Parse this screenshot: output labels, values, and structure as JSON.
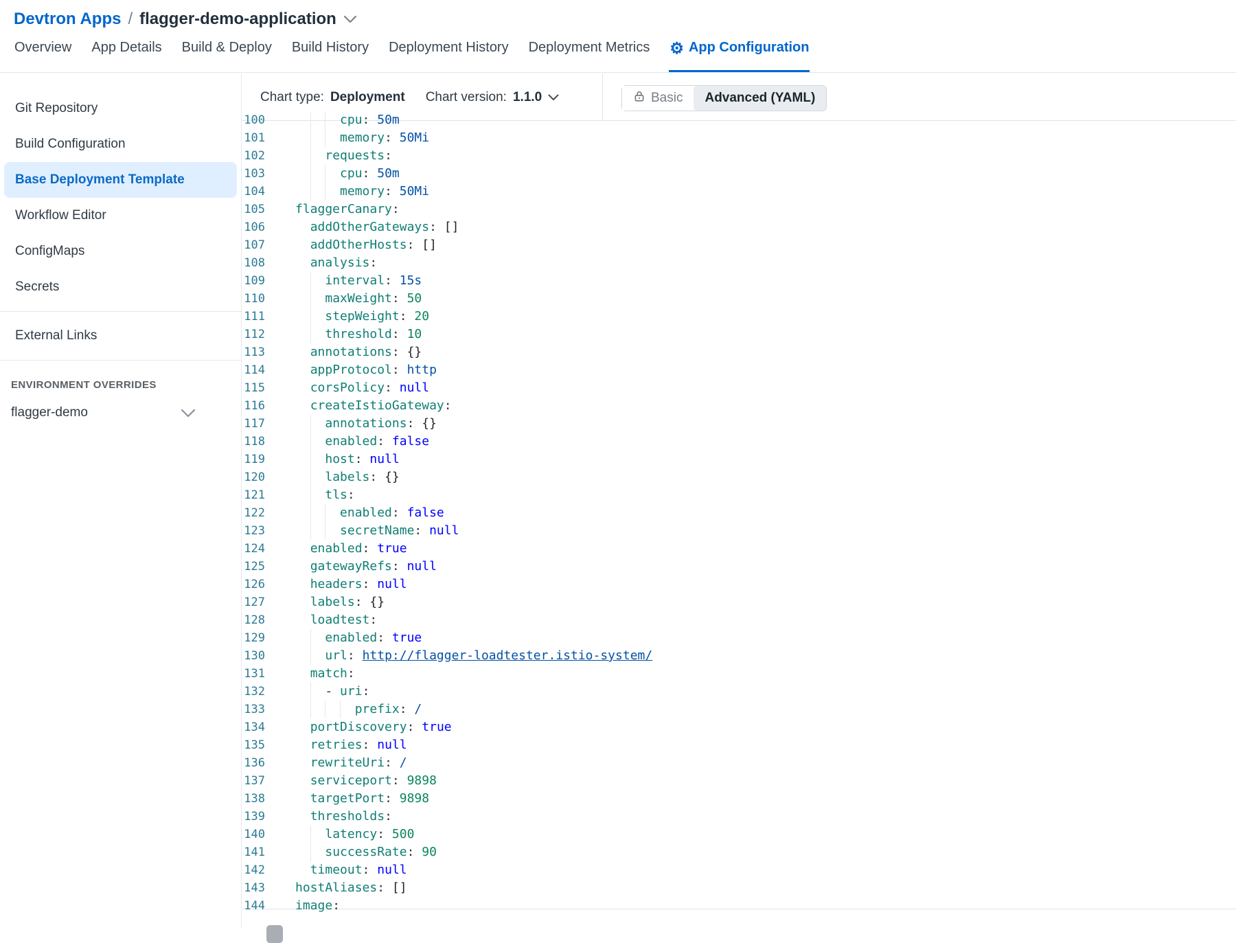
{
  "breadcrumb": {
    "root": "Devtron Apps",
    "separator": "/",
    "app": "flagger-demo-application"
  },
  "tabs": [
    {
      "label": "Overview"
    },
    {
      "label": "App Details"
    },
    {
      "label": "Build & Deploy"
    },
    {
      "label": "Build History"
    },
    {
      "label": "Deployment History"
    },
    {
      "label": "Deployment Metrics"
    },
    {
      "label": "App Configuration",
      "active": true,
      "icon": "gear-icon"
    }
  ],
  "sidebar": {
    "items": [
      {
        "label": "Git Repository"
      },
      {
        "label": "Build Configuration"
      },
      {
        "label": "Base Deployment Template",
        "active": true
      },
      {
        "label": "Workflow Editor"
      },
      {
        "label": "ConfigMaps"
      },
      {
        "label": "Secrets"
      }
    ],
    "external_links": "External Links",
    "section_header": "ENVIRONMENT OVERRIDES",
    "environment": "flagger-demo"
  },
  "toolbar": {
    "chart_type_label": "Chart type:",
    "chart_type": "Deployment",
    "chart_version_label": "Chart version:",
    "chart_version": "1.1.0",
    "mode_basic": "Basic",
    "mode_advanced": "Advanced (YAML)",
    "basic_locked_icon": "lock-icon"
  },
  "colors": {
    "accent": "#0066cc",
    "active_item_bg": "#e0efff",
    "yaml_key": "#0f7e74",
    "yaml_string": "#0451a5",
    "yaml_keyword": "#0000ff",
    "yaml_number": "#098658",
    "line_number": "#2b7a94"
  },
  "editor": {
    "first_line": 100,
    "last_line": 144,
    "lines": [
      {
        "n": 100,
        "i": 6,
        "k": "cpu",
        "v": "50m",
        "t": "str"
      },
      {
        "n": 101,
        "i": 6,
        "k": "memory",
        "v": "50Mi",
        "t": "str"
      },
      {
        "n": 102,
        "i": 4,
        "k": "requests"
      },
      {
        "n": 103,
        "i": 6,
        "k": "cpu",
        "v": "50m",
        "t": "str"
      },
      {
        "n": 104,
        "i": 6,
        "k": "memory",
        "v": "50Mi",
        "t": "str"
      },
      {
        "n": 105,
        "i": 0,
        "k": "flaggerCanary"
      },
      {
        "n": 106,
        "i": 2,
        "k": "addOtherGateways",
        "v": "[]",
        "t": "punct"
      },
      {
        "n": 107,
        "i": 2,
        "k": "addOtherHosts",
        "v": "[]",
        "t": "punct"
      },
      {
        "n": 108,
        "i": 2,
        "k": "analysis"
      },
      {
        "n": 109,
        "i": 4,
        "k": "interval",
        "v": "15s",
        "t": "str"
      },
      {
        "n": 110,
        "i": 4,
        "k": "maxWeight",
        "v": "50",
        "t": "num"
      },
      {
        "n": 111,
        "i": 4,
        "k": "stepWeight",
        "v": "20",
        "t": "num"
      },
      {
        "n": 112,
        "i": 4,
        "k": "threshold",
        "v": "10",
        "t": "num"
      },
      {
        "n": 113,
        "i": 2,
        "k": "annotations",
        "v": "{}",
        "t": "punct"
      },
      {
        "n": 114,
        "i": 2,
        "k": "appProtocol",
        "v": "http",
        "t": "str"
      },
      {
        "n": 115,
        "i": 2,
        "k": "corsPolicy",
        "v": "null",
        "t": "kw"
      },
      {
        "n": 116,
        "i": 2,
        "k": "createIstioGateway"
      },
      {
        "n": 117,
        "i": 4,
        "k": "annotations",
        "v": "{}",
        "t": "punct"
      },
      {
        "n": 118,
        "i": 4,
        "k": "enabled",
        "v": "false",
        "t": "kw"
      },
      {
        "n": 119,
        "i": 4,
        "k": "host",
        "v": "null",
        "t": "kw"
      },
      {
        "n": 120,
        "i": 4,
        "k": "labels",
        "v": "{}",
        "t": "punct"
      },
      {
        "n": 121,
        "i": 4,
        "k": "tls"
      },
      {
        "n": 122,
        "i": 6,
        "k": "enabled",
        "v": "false",
        "t": "kw"
      },
      {
        "n": 123,
        "i": 6,
        "k": "secretName",
        "v": "null",
        "t": "kw"
      },
      {
        "n": 124,
        "i": 2,
        "k": "enabled",
        "v": "true",
        "t": "kw"
      },
      {
        "n": 125,
        "i": 2,
        "k": "gatewayRefs",
        "v": "null",
        "t": "kw"
      },
      {
        "n": 126,
        "i": 2,
        "k": "headers",
        "v": "null",
        "t": "kw"
      },
      {
        "n": 127,
        "i": 2,
        "k": "labels",
        "v": "{}",
        "t": "punct"
      },
      {
        "n": 128,
        "i": 2,
        "k": "loadtest"
      },
      {
        "n": 129,
        "i": 4,
        "k": "enabled",
        "v": "true",
        "t": "kw"
      },
      {
        "n": 130,
        "i": 4,
        "k": "url",
        "v": "http://flagger-loadtester.istio-system/",
        "t": "link"
      },
      {
        "n": 131,
        "i": 2,
        "k": "match"
      },
      {
        "n": 132,
        "i": 4,
        "d": true,
        "k": "uri"
      },
      {
        "n": 133,
        "i": 8,
        "k": "prefix",
        "v": "/",
        "t": "str"
      },
      {
        "n": 134,
        "i": 2,
        "k": "portDiscovery",
        "v": "true",
        "t": "kw"
      },
      {
        "n": 135,
        "i": 2,
        "k": "retries",
        "v": "null",
        "t": "kw"
      },
      {
        "n": 136,
        "i": 2,
        "k": "rewriteUri",
        "v": "/",
        "t": "str"
      },
      {
        "n": 137,
        "i": 2,
        "k": "serviceport",
        "v": "9898",
        "t": "num"
      },
      {
        "n": 138,
        "i": 2,
        "k": "targetPort",
        "v": "9898",
        "t": "num"
      },
      {
        "n": 139,
        "i": 2,
        "k": "thresholds"
      },
      {
        "n": 140,
        "i": 4,
        "k": "latency",
        "v": "500",
        "t": "num"
      },
      {
        "n": 141,
        "i": 4,
        "k": "successRate",
        "v": "90",
        "t": "num"
      },
      {
        "n": 142,
        "i": 2,
        "k": "timeout",
        "v": "null",
        "t": "kw"
      },
      {
        "n": 143,
        "i": 0,
        "k": "hostAliases",
        "v": "[]",
        "t": "punct"
      },
      {
        "n": 144,
        "i": 0,
        "k": "image"
      }
    ]
  }
}
